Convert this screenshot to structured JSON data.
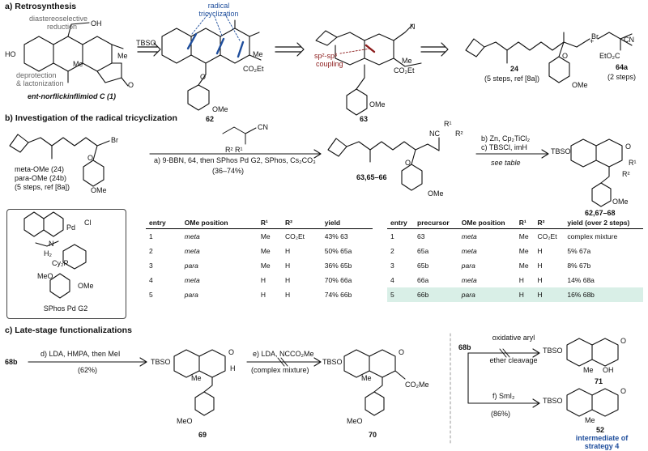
{
  "sections": {
    "a": "a) Retrosynthesis",
    "b": "b) Investigation of the radical tricyclization",
    "c": "c) Late-stage functionalizations"
  },
  "retro": {
    "diastereoselective": "diastereoselective",
    "reduction": "reduction",
    "deprotection": "deprotection",
    "lactonization": "& lactonization",
    "product_name": "ent-norflickinflimiod C (1)",
    "radical": "radical",
    "tricyclization": "tricyclization",
    "sp_coupling_1": "sp²-sp³",
    "sp_coupling_2": "coupling",
    "c62": "62",
    "c63": "63",
    "c24": "24",
    "c24_note1": "(5 steps, ref [8a])",
    "c64a": "64a",
    "c64a_note": "(2 steps)",
    "plus": "+"
  },
  "labels": {
    "HO": "HO",
    "OH": "OH",
    "Me": "Me",
    "O": "O",
    "TBSO": "TBSO",
    "CO2Et": "CO₂Et",
    "OMe": "OMe",
    "Br": "Br",
    "N": "N",
    "CN": "CN",
    "NC": "NC",
    "EtO2C": "EtO₂C",
    "R1": "R¹",
    "R2": "R²",
    "H": "H",
    "CO2Me": "CO₂Me",
    "Cl": "Cl",
    "Pd": "Pd",
    "Cy2P": "Cy₂P",
    "H2": "H₂",
    "MeO": "MeO"
  },
  "scheme_b": {
    "meta": "meta-OMe (24)",
    "para": "para-OMe (24b)",
    "steps": "(5 steps, ref [8a])",
    "cond_a": "a) 9-BBN, 64, then SPhos Pd G2, SPhos, Cs₂CO₃",
    "cond_a_yield": "(36–74%)",
    "intermediate": "63,65–66",
    "cond_b": "b) Zn, Cp₂TiCl₂",
    "cond_c": "c) TBSCl, imH",
    "see_table": "see table",
    "product": "62,67–68",
    "catalyst": "SPhos Pd G2",
    "reagent_64": "64"
  },
  "table1": {
    "headers": [
      "entry",
      "OMe position",
      "R¹",
      "R²",
      "yield"
    ],
    "rows": [
      [
        "1",
        "meta",
        "Me",
        "CO₂Et",
        "43% 63"
      ],
      [
        "2",
        "meta",
        "Me",
        "H",
        "50% 65a"
      ],
      [
        "3",
        "para",
        "Me",
        "H",
        "36% 65b"
      ],
      [
        "4",
        "meta",
        "H",
        "H",
        "70% 66a"
      ],
      [
        "5",
        "para",
        "H",
        "H",
        "74% 66b"
      ]
    ]
  },
  "table2": {
    "headers": [
      "entry",
      "precursor",
      "OMe position",
      "R¹",
      "R²",
      "yield (over 2 steps)"
    ],
    "rows": [
      [
        "1",
        "63",
        "meta",
        "Me",
        "CO₂Et",
        "complex mixture"
      ],
      [
        "2",
        "65a",
        "meta",
        "Me",
        "H",
        "5% 67a"
      ],
      [
        "3",
        "65b",
        "para",
        "Me",
        "H",
        "8% 67b"
      ],
      [
        "4",
        "66a",
        "meta",
        "H",
        "H",
        "14% 68a"
      ],
      [
        "5",
        "66b",
        "para",
        "H",
        "H",
        "16% 68b"
      ]
    ],
    "highlight_row": 5,
    "highlight_color": "#d9efe7"
  },
  "scheme_c": {
    "start": "68b",
    "cond_d": "d) LDA, HMPA, then MeI",
    "cond_d_yield": "(62%)",
    "c69": "69",
    "cond_e": "e) LDA, NCCO₂Me",
    "cond_e_result": "(complex mixture)",
    "c70": "70",
    "start2": "68b",
    "oxidative_1": "oxidative aryl",
    "oxidative_2": "ether cleavage",
    "c71": "71",
    "cond_f": "f) SmI₂",
    "cond_f_yield": "(86%)",
    "c52": "52",
    "intermediate_1": "intermediate of",
    "intermediate_2": "strategy 4"
  },
  "colors": {
    "blue": "#1f4e9c",
    "red": "#8b1a1a",
    "grey": "#666666",
    "highlight": "#d9efe7"
  }
}
